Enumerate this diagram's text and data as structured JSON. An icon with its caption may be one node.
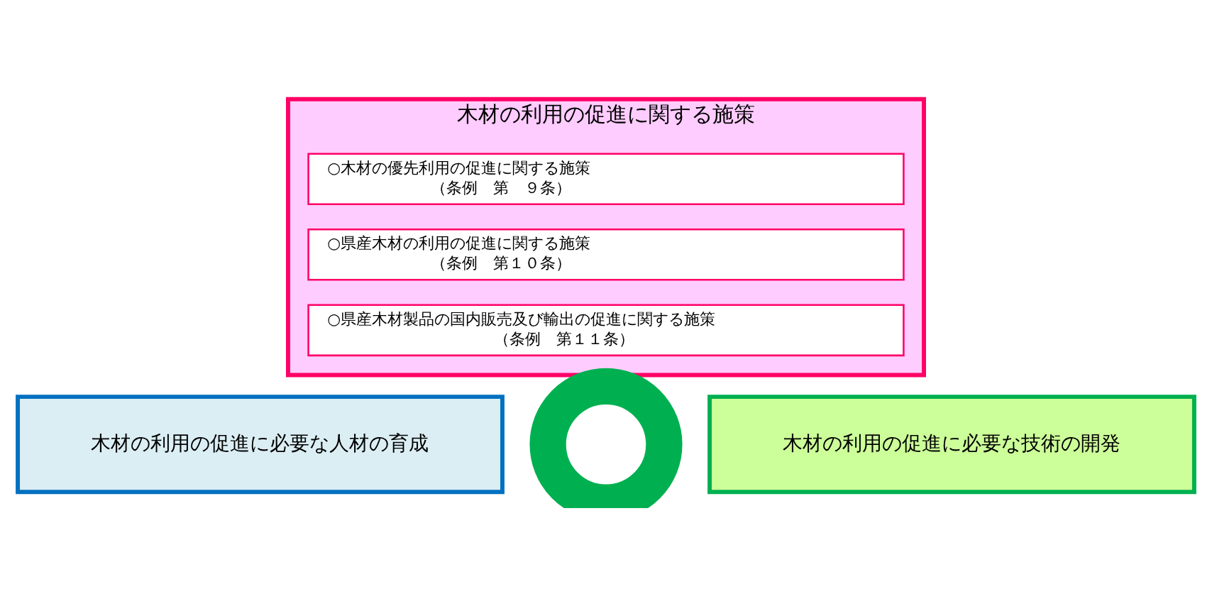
{
  "diagram": {
    "nodes": [
      {
        "text": [
          "木材の利用の促進に関する施策"
        ]
      },
      {
        "text": [
          "○木材の優先利用の促進に関する施策",
          "（条例　第　９条）"
        ],
        "in": 0
      },
      {
        "text": [
          "○県産木材の利用の促進に関する施策",
          "（条例　第１０条）"
        ],
        "in": 0
      },
      {
        "text": [
          "○県産木材製品の国内販売及び輸出の促進に関する施策",
          "（条例　第１１条）"
        ],
        "in": 0
      },
      {
        "text": [],
        "shape": "circle"
      },
      {
        "text": [
          "木材の利用の促進に必要な人材の育成"
        ]
      },
      {
        "text": [
          "木材の利用の促進に必要な技術の開発"
        ]
      }
    ]
  }
}
